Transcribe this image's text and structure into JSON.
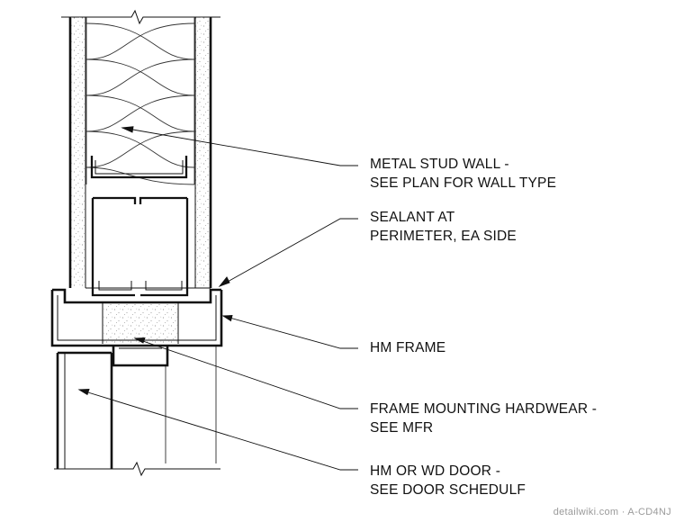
{
  "callouts": [
    {
      "line1": "METAL STUD WALL -",
      "line2": "SEE PLAN FOR WALL TYPE"
    },
    {
      "line1": "SEALANT AT",
      "line2": "PERIMETER, EA SIDE"
    },
    {
      "line1": "HM FRAME",
      "line2": ""
    },
    {
      "line1": "FRAME MOUNTING HARDWEAR -",
      "line2": "SEE MFR"
    },
    {
      "line1": "HM OR WD DOOR -",
      "line2": "SEE DOOR SCHEDULF"
    }
  ],
  "watermark": "detailwiki.com · A-CD4NJ"
}
